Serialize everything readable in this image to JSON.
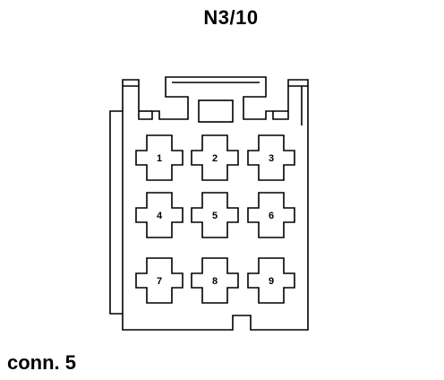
{
  "title": "N3/10",
  "connector_label": "conn. 5",
  "colors": {
    "line": "#000000",
    "background": "#ffffff"
  },
  "pins": [
    {
      "label": "1"
    },
    {
      "label": "2"
    },
    {
      "label": "3"
    },
    {
      "label": "4"
    },
    {
      "label": "5"
    },
    {
      "label": "6"
    },
    {
      "label": "7"
    },
    {
      "label": "8"
    },
    {
      "label": "9"
    }
  ]
}
